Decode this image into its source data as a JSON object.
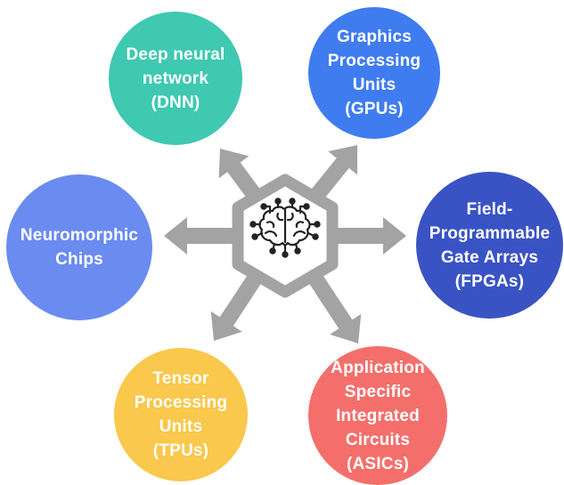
{
  "colors": {
    "arrow": "#a3a3a3",
    "hexagon_border": "#a3a3a3",
    "hexagon_fill": "#ffffff",
    "brain_icon": "#222222"
  },
  "center": {
    "icon": "brain-circuit-icon"
  },
  "nodes": [
    {
      "id": "dnn",
      "label": "Deep neural\nnetwork\n(DNN)",
      "color": "#3ec9b0"
    },
    {
      "id": "gpu",
      "label": "Graphics\nProcessing\nUnits\n(GPUs)",
      "color": "#3f7cf0"
    },
    {
      "id": "fpga",
      "label": "Field-\nProgrammable\nGate Arrays\n(FPGAs)",
      "color": "#3a53c4"
    },
    {
      "id": "tpu",
      "label": "Tensor\nProcessing\nUnits\n(TPUs)",
      "color": "#f9c84c"
    },
    {
      "id": "asic",
      "label": "Application\nSpecific\nIntegrated\nCircuits\n(ASICs)",
      "color": "#f46f6b"
    },
    {
      "id": "neuro",
      "label": "Neuromorphic\nChips",
      "color": "#6a8bf0"
    }
  ]
}
